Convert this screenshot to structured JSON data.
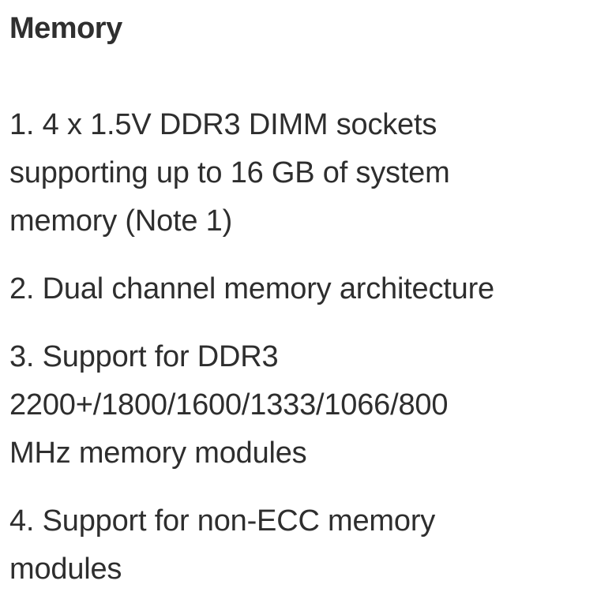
{
  "section": {
    "title": "Memory"
  },
  "items": [
    {
      "lines": [
        "1. 4 x 1.5V DDR3 DIMM sockets",
        "supporting up to 16 GB of system",
        "memory (Note 1)"
      ]
    },
    {
      "lines": [
        "2. Dual channel memory architecture"
      ]
    },
    {
      "lines": [
        "3. Support for DDR3",
        "2200+/1800/1600/1333/1066/800",
        "MHz memory modules"
      ]
    },
    {
      "lines": [
        "4. Support for non-ECC memory",
        "modules"
      ]
    }
  ]
}
